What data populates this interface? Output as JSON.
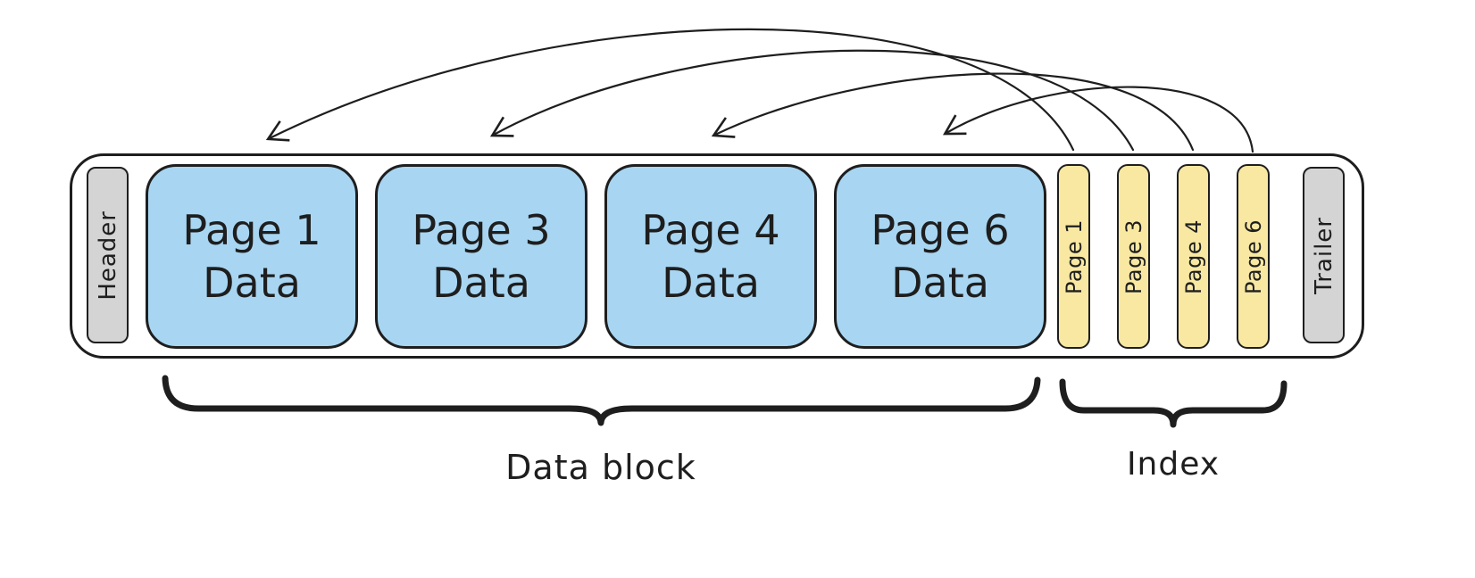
{
  "diagram": {
    "header": {
      "label": "Header"
    },
    "trailer": {
      "label": "Trailer"
    },
    "data_pages": [
      {
        "line1": "Page 1",
        "line2": "Data"
      },
      {
        "line1": "Page 3",
        "line2": "Data"
      },
      {
        "line1": "Page 4",
        "line2": "Data"
      },
      {
        "line1": "Page 6",
        "line2": "Data"
      }
    ],
    "index_entries": [
      {
        "label": "Page 1"
      },
      {
        "label": "Page 3"
      },
      {
        "label": "Page 4"
      },
      {
        "label": "Page 6"
      }
    ],
    "pointers": [
      {
        "from_index": "Page 1",
        "to_page": "Page 1 Data"
      },
      {
        "from_index": "Page 3",
        "to_page": "Page 3 Data"
      },
      {
        "from_index": "Page 4",
        "to_page": "Page 4 Data"
      },
      {
        "from_index": "Page 6",
        "to_page": "Page 6 Data"
      }
    ],
    "labels": {
      "data_block": "Data block",
      "index": "Index"
    },
    "colors": {
      "page_fill": "#a8d6f2",
      "index_fill": "#f8e8a2",
      "chrome_fill": "#d4d4d4",
      "outline": "#1e1e1e",
      "background": "#ffffff"
    }
  }
}
